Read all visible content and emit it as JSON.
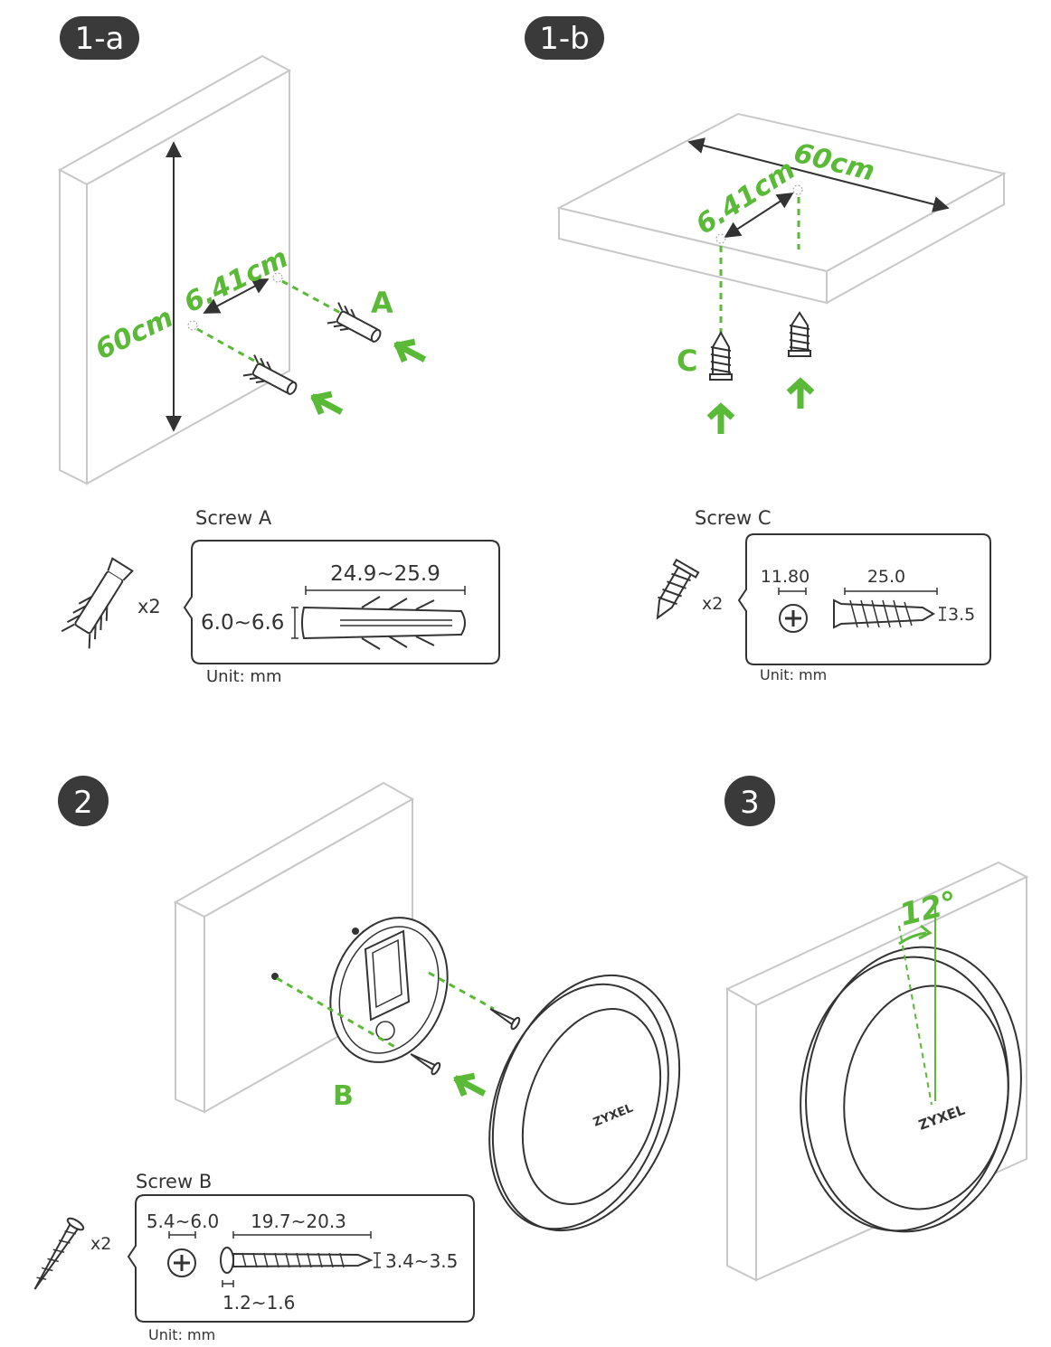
{
  "steps": {
    "step_1a": "1-a",
    "step_1b": "1-b",
    "step_2": "2",
    "step_3": "3"
  },
  "panel_1a": {
    "height_label": "60cm",
    "spacing_label": "6.41cm",
    "screw_letter": "A"
  },
  "panel_1b": {
    "width_label": "60cm",
    "spacing_label": "6.41cm",
    "screw_letter": "C"
  },
  "panel_2": {
    "bracket_letter": "B"
  },
  "panel_3": {
    "angle_label": "12°",
    "brand": "ZYXEL"
  },
  "screw_a": {
    "title": "Screw A",
    "quantity": "x2",
    "length": "24.9~25.9",
    "diameter": "6.0~6.6",
    "unit": "Unit: mm"
  },
  "screw_c": {
    "title": "Screw C",
    "quantity": "x2",
    "head": "11.80",
    "length": "25.0",
    "diameter": "3.5",
    "unit": "Unit: mm"
  },
  "screw_b": {
    "title": "Screw B",
    "quantity": "x2",
    "head": "5.4~6.0",
    "length": "19.7~20.3",
    "diameter": "3.4~3.5",
    "head_thickness": "1.2~1.6",
    "unit": "Unit: mm"
  },
  "device_brand": "ZYXEL",
  "colors": {
    "accent_green": "#5aba38",
    "badge_dark": "#3a3a3a",
    "outline_gray": "#c8c8c8",
    "text_dark": "#333333"
  }
}
